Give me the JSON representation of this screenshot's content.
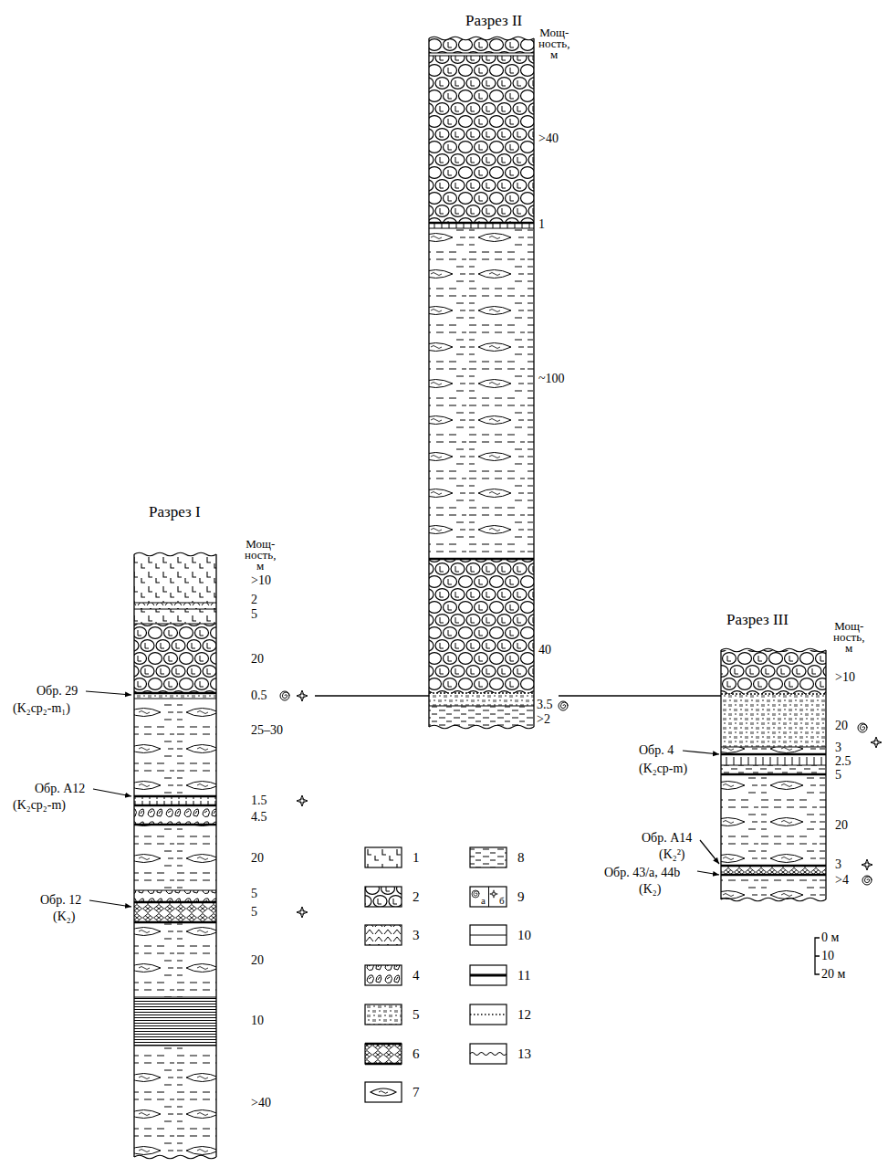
{
  "diagram": {
    "nodes": [
      {
        "text": [
          "Разрез I"
        ]
      },
      {
        "text": [
          "Разрез II"
        ]
      },
      {
        "text": [
          "Разрез III"
        ]
      }
    ],
    "edges": [
      {
        "from": 0,
        "to": 1,
        "arrow": "none"
      },
      {
        "from": 1,
        "to": 2,
        "arrow": "none"
      }
    ],
    "labels": [
      "Мощ- ность, м",
      ">40",
      "1",
      "~100",
      "40",
      "3.5",
      ">2",
      "Мощ- ность, м",
      ">10",
      "2",
      "5",
      "20",
      "0.5",
      "25–30",
      "1.5",
      "4.5",
      "20",
      "5",
      "5",
      "20",
      "10",
      ">40",
      "Обр. 29",
      "(K₂cp₂-m₁)",
      "Обр. A12",
      "(K₂cp₂-m)",
      "Обр. 12",
      "(K₂)",
      "Мощ- ность, м",
      ">10",
      "20",
      "3",
      "2.5",
      "5",
      "20",
      "3",
      ">4",
      "Обр. 4",
      "(K₂cp-m)",
      "Обр. A14",
      "(K₂²)",
      "Обр. 43/a, 44b",
      "(K₂)",
      "0 м",
      "10",
      "20 м",
      "а",
      "б"
    ],
    "legend": [
      {
        "text": "1"
      },
      {
        "text": "2"
      },
      {
        "text": "3"
      },
      {
        "text": "4"
      },
      {
        "text": "5"
      },
      {
        "text": "6"
      },
      {
        "text": "7"
      },
      {
        "text": "8"
      },
      {
        "text": "9"
      },
      {
        "text": "10"
      },
      {
        "text": "11"
      },
      {
        "text": "12"
      },
      {
        "text": "13"
      }
    ]
  }
}
